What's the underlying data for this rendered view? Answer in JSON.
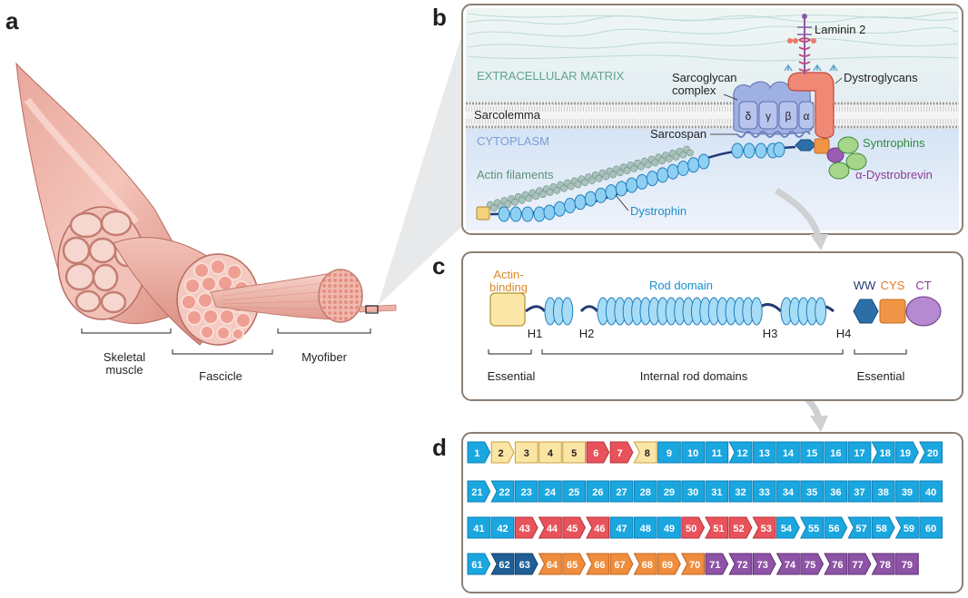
{
  "panel_labels": [
    "a",
    "b",
    "c",
    "d"
  ],
  "panel_a": {
    "labels": {
      "skeletal_muscle": "Skeletal\nmuscle",
      "fascicle": "Fascicle",
      "myofiber": "Myofiber"
    }
  },
  "panel_b": {
    "labels": {
      "laminin": "Laminin 2",
      "ecm": "EXTRACELLULAR MATRIX",
      "sarcoglycan": "Sarcoglycan\ncomplex",
      "dystroglycans": "Dystroglycans",
      "sarcolemma": "Sarcolemma",
      "cytoplasm": "CYTOPLASM",
      "sarcospan": "Sarcospan",
      "syntrophins": "Syntrophins",
      "actin": "Actin filaments",
      "dystrobrevin": "α-Dystrobrevin",
      "dystrophin": "Dystrophin"
    },
    "sarcoglycan_subunits": [
      "δ",
      "γ",
      "β",
      "α"
    ]
  },
  "panel_c": {
    "labels": {
      "actin_binding": "Actin-\nbinding",
      "rod_domain": "Rod domain",
      "ww": "WW",
      "cys": "CYS",
      "ct": "CT",
      "h1": "H1",
      "h2": "H2",
      "h3": "H3",
      "h4": "H4",
      "essential_left": "Essential",
      "internal_rod": "Internal rod domains",
      "essential_right": "Essential"
    }
  },
  "panel_d": {
    "colors": {
      "blue": "#1aa7e0",
      "light": "#fbe5a5",
      "red": "#e8535b",
      "dark": "#1f5f96",
      "orange": "#ef8d3c",
      "purple": "#8e53a6"
    },
    "rows": [
      [
        {
          "n": "1",
          "c": "blue",
          "s": "R"
        },
        {
          "n": "2",
          "c": "light",
          "s": "R"
        },
        {
          "n": "3",
          "c": "light",
          "s": "F"
        },
        {
          "n": "4",
          "c": "light",
          "s": "F"
        },
        {
          "n": "5",
          "c": "light",
          "s": "F"
        },
        {
          "n": "6",
          "c": "red",
          "s": "R"
        },
        {
          "n": "7",
          "c": "red",
          "s": "R"
        },
        {
          "n": "8",
          "c": "light",
          "s": "L"
        },
        {
          "n": "9",
          "c": "blue",
          "s": "F"
        },
        {
          "n": "10",
          "c": "blue",
          "s": "F"
        },
        {
          "n": "11",
          "c": "blue",
          "s": "F"
        },
        {
          "n": "12",
          "c": "blue",
          "s": "L"
        },
        {
          "n": "13",
          "c": "blue",
          "s": "F"
        },
        {
          "n": "14",
          "c": "blue",
          "s": "F"
        },
        {
          "n": "15",
          "c": "blue",
          "s": "F"
        },
        {
          "n": "16",
          "c": "blue",
          "s": "F"
        },
        {
          "n": "17",
          "c": "blue",
          "s": "F"
        },
        {
          "n": "18",
          "c": "blue",
          "s": "L"
        },
        {
          "n": "19",
          "c": "blue",
          "s": "R"
        },
        {
          "n": "20",
          "c": "blue",
          "s": "L"
        }
      ],
      [
        {
          "n": "21",
          "c": "blue",
          "s": "R"
        },
        {
          "n": "22",
          "c": "blue",
          "s": "L"
        },
        {
          "n": "23",
          "c": "blue",
          "s": "F"
        },
        {
          "n": "24",
          "c": "blue",
          "s": "F"
        },
        {
          "n": "25",
          "c": "blue",
          "s": "F"
        },
        {
          "n": "26",
          "c": "blue",
          "s": "F"
        },
        {
          "n": "27",
          "c": "blue",
          "s": "F"
        },
        {
          "n": "28",
          "c": "blue",
          "s": "F"
        },
        {
          "n": "29",
          "c": "blue",
          "s": "F"
        },
        {
          "n": "30",
          "c": "blue",
          "s": "F"
        },
        {
          "n": "31",
          "c": "blue",
          "s": "F"
        },
        {
          "n": "32",
          "c": "blue",
          "s": "F"
        },
        {
          "n": "33",
          "c": "blue",
          "s": "F"
        },
        {
          "n": "34",
          "c": "blue",
          "s": "F"
        },
        {
          "n": "35",
          "c": "blue",
          "s": "F"
        },
        {
          "n": "36",
          "c": "blue",
          "s": "F"
        },
        {
          "n": "37",
          "c": "blue",
          "s": "F"
        },
        {
          "n": "38",
          "c": "blue",
          "s": "F"
        },
        {
          "n": "39",
          "c": "blue",
          "s": "F"
        },
        {
          "n": "40",
          "c": "blue",
          "s": "F"
        }
      ],
      [
        {
          "n": "41",
          "c": "blue",
          "s": "F"
        },
        {
          "n": "42",
          "c": "blue",
          "s": "F"
        },
        {
          "n": "43",
          "c": "red",
          "s": "R"
        },
        {
          "n": "44",
          "c": "red",
          "s": "L"
        },
        {
          "n": "45",
          "c": "red",
          "s": "R"
        },
        {
          "n": "46",
          "c": "red",
          "s": "L"
        },
        {
          "n": "47",
          "c": "blue",
          "s": "F"
        },
        {
          "n": "48",
          "c": "blue",
          "s": "F"
        },
        {
          "n": "49",
          "c": "blue",
          "s": "F"
        },
        {
          "n": "50",
          "c": "red",
          "s": "R"
        },
        {
          "n": "51",
          "c": "red",
          "s": "L"
        },
        {
          "n": "52",
          "c": "red",
          "s": "R"
        },
        {
          "n": "53",
          "c": "red",
          "s": "L"
        },
        {
          "n": "54",
          "c": "blue",
          "s": "R"
        },
        {
          "n": "55",
          "c": "blue",
          "s": "L"
        },
        {
          "n": "56",
          "c": "blue",
          "s": "R"
        },
        {
          "n": "57",
          "c": "blue",
          "s": "L"
        },
        {
          "n": "58",
          "c": "blue",
          "s": "R"
        },
        {
          "n": "59",
          "c": "blue",
          "s": "L"
        },
        {
          "n": "60",
          "c": "blue",
          "s": "F"
        }
      ],
      [
        {
          "n": "61",
          "c": "blue",
          "s": "R"
        },
        {
          "n": "62",
          "c": "dark",
          "s": "L"
        },
        {
          "n": "63",
          "c": "dark",
          "s": "R"
        },
        {
          "n": "64",
          "c": "orange",
          "s": "L"
        },
        {
          "n": "65",
          "c": "orange",
          "s": "R"
        },
        {
          "n": "66",
          "c": "orange",
          "s": "L"
        },
        {
          "n": "67",
          "c": "orange",
          "s": "R"
        },
        {
          "n": "68",
          "c": "orange",
          "s": "L"
        },
        {
          "n": "69",
          "c": "orange",
          "s": "R"
        },
        {
          "n": "70",
          "c": "orange",
          "s": "L"
        },
        {
          "n": "71",
          "c": "purple",
          "s": "R"
        },
        {
          "n": "72",
          "c": "purple",
          "s": "L"
        },
        {
          "n": "73",
          "c": "purple",
          "s": "R"
        },
        {
          "n": "74",
          "c": "purple",
          "s": "L"
        },
        {
          "n": "75",
          "c": "purple",
          "s": "R"
        },
        {
          "n": "76",
          "c": "purple",
          "s": "L"
        },
        {
          "n": "77",
          "c": "purple",
          "s": "R"
        },
        {
          "n": "78",
          "c": "purple",
          "s": "L"
        },
        {
          "n": "79",
          "c": "purple",
          "s": "F"
        }
      ]
    ]
  }
}
